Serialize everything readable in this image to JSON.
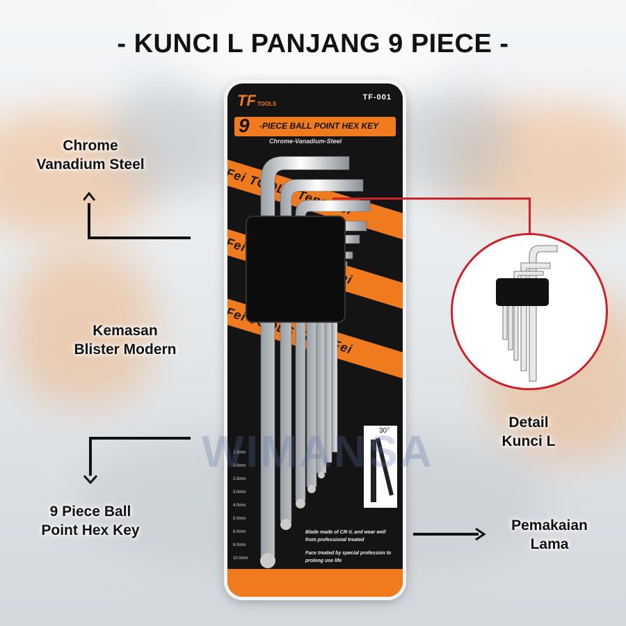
{
  "title": "- KUNCI L PANJANG 9 PIECE -",
  "labels": {
    "chrome_line1": "Chrome",
    "chrome_line2": "Vanadium Steel",
    "kemasan_line1": "Kemasan",
    "kemasan_line2": "Blister Modern",
    "piece_line1": "9 Piece Ball",
    "piece_line2": "Point Hex Key",
    "detail_line1": "Detail",
    "detail_line2": "Kunci L",
    "pemakaian_line1": "Pemakaian",
    "pemakaian_line2": "Lama"
  },
  "package": {
    "brand": "TF",
    "brand_sub": "TOOLS",
    "model": "TF-001",
    "count": "9",
    "headline": "-PIECE BALL POINT HEX KEY",
    "subheadline": "Chrome-Vanadium-Steel",
    "stripe_text": "Teng Fei TOOLS Teng Fei",
    "sizes": [
      "1.5mm",
      "2.0mm",
      "2.5mm",
      "3.0mm",
      "4.0mm",
      "5.0mm",
      "6.0mm",
      "8.0mm",
      "10.0mm"
    ],
    "angle": "30°",
    "info1": "Blade made of CR-V, and wear well from professional treated",
    "info2": "Face treated by special profession to prolong use life"
  },
  "watermark": "WIMANSA",
  "colors": {
    "accent": "#f07a1e",
    "callout": "#d0202a"
  }
}
